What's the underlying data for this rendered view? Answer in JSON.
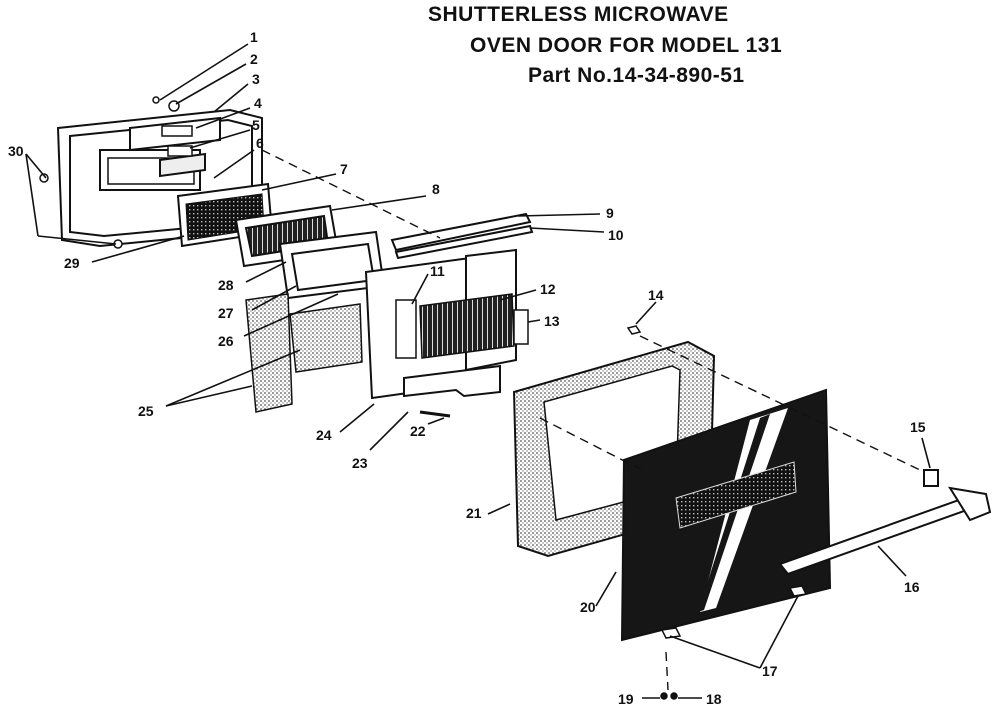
{
  "title": {
    "line1": "SHUTTERLESS MICROWAVE",
    "line2": "OVEN DOOR FOR MODEL 131",
    "line3": "Part No.14-34-890-51"
  },
  "callouts": [
    "1",
    "2",
    "3",
    "4",
    "5",
    "6",
    "7",
    "8",
    "9",
    "10",
    "11",
    "12",
    "13",
    "14",
    "15",
    "16",
    "17",
    "18",
    "19",
    "20",
    "21",
    "22",
    "23",
    "24",
    "25",
    "26",
    "27",
    "28",
    "29",
    "30"
  ],
  "colors": {
    "ink": "#111111",
    "paper": "#ffffff",
    "stipple": "#8a8a8a"
  }
}
